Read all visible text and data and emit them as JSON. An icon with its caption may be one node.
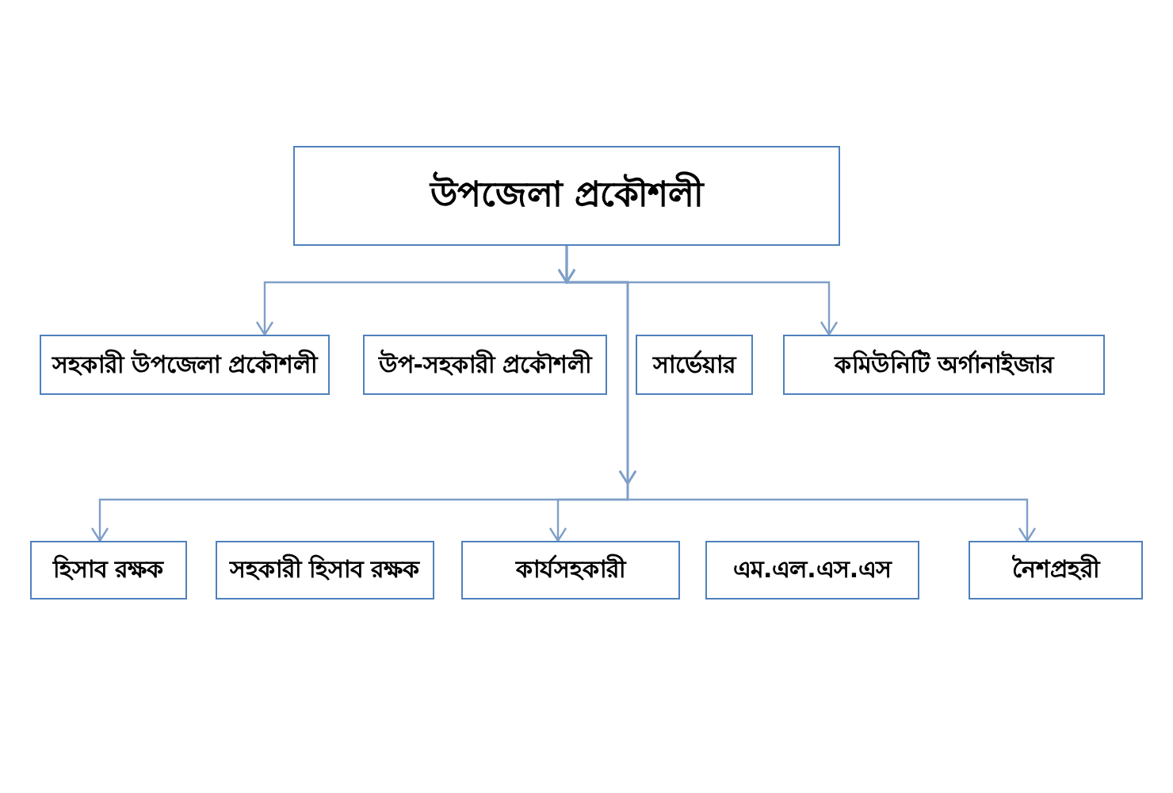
{
  "diagram": {
    "nodes": [
      {
        "text": [
          "উপজেলা প্রকৌশলী"
        ]
      },
      {
        "text": [
          "সহকারী উপজেলা প্রকৌশলী"
        ]
      },
      {
        "text": [
          "উপ-সহকারী প্রকৌশলী"
        ]
      },
      {
        "text": [
          "সার্ভেয়ার"
        ]
      },
      {
        "text": [
          "কমিউনিটি অর্গানাইজার"
        ]
      },
      {
        "text": [
          "হিসাব রক্ষক"
        ]
      },
      {
        "text": [
          "সহকারী হিসাব রক্ষক"
        ]
      },
      {
        "text": [
          "কার্যসহকারী"
        ]
      },
      {
        "text": [
          "এম.এল.এস.এস"
        ]
      },
      {
        "text": [
          "নৈশপ্রহরী"
        ]
      }
    ],
    "edges": [
      {
        "from": 0,
        "to": 1,
        "arrow": "to"
      },
      {
        "from": 0,
        "to": 4,
        "arrow": "to"
      },
      {
        "from": 0,
        "to": 5,
        "arrow": "to"
      },
      {
        "from": 0,
        "to": 7,
        "arrow": "to"
      },
      {
        "from": 0,
        "to": 9,
        "arrow": "to"
      }
    ]
  }
}
